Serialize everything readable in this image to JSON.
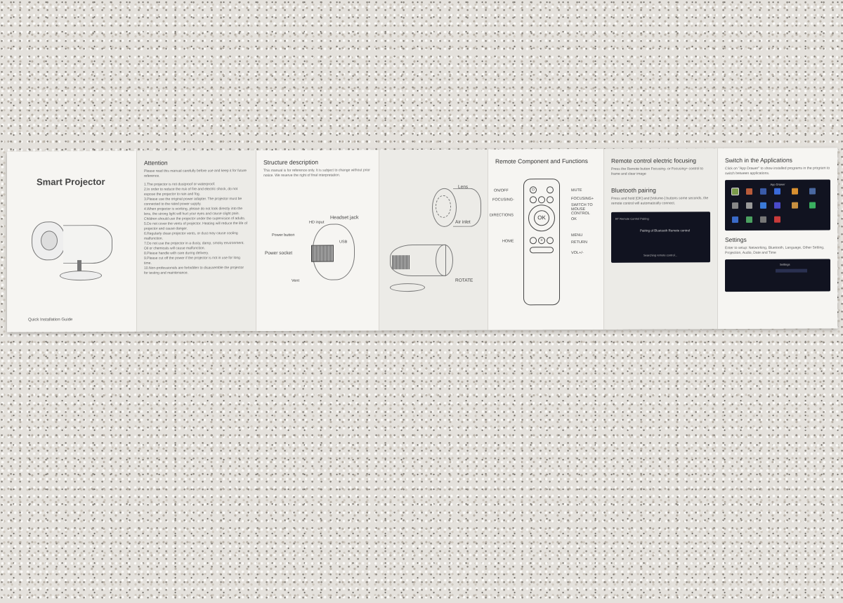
{
  "panels": {
    "cover": {
      "title": "Smart Projector",
      "footer": "Quick Installation Guide"
    },
    "attention": {
      "heading": "Attention",
      "intro": "Please read this manual carefully before use and keep it for future reference.",
      "items": [
        "1.The projector is not dustproof or waterproof.",
        "2.In order to reduce the risk of fire and electric shock, do not expose the projector to rain and fog.",
        "3.Please use the original power adapter. The projector must be connected to the rated power supply.",
        "4.When projector is working, please do not look directly into the lens, the strong light will hurt your eyes and cause slight pain. Children should use the projector under the supervision of adults.",
        "5.Do not cover the vents of projector. Heating will reduce the life of projector and cause danger.",
        "6.Regularly clean projector vents, or dust may cause cooling malfunction.",
        "7.Do not use the projector in a dusty, damp, smoky environment. Oil or chemicals will cause malfunction.",
        "8.Please handle with care during delivery.",
        "9.Please cut off the power if the projector is not in use for long time.",
        "10.Non-professionals are forbidden to disassemble the projector for testing and maintenance."
      ]
    },
    "structure": {
      "heading": "Structure description",
      "intro": "This manual is for reference only. It is subject to change without prior notice. We reserve the right of final interpretation.",
      "labels": {
        "hd": "HD input",
        "headset": "Headset jack",
        "power_button": "Power button",
        "usb": "USB",
        "power_socket": "Power socket",
        "vent": "Vent"
      }
    },
    "views": {
      "lens": "Lens",
      "air_inlet": "Air inlet",
      "rotate": "ROTATE"
    },
    "remote": {
      "heading": "Remote Component and Functions",
      "ok": "OK",
      "left_labels": [
        "ON/OFF",
        "FOCUSING-",
        "DIRECTIONS",
        "HOME"
      ],
      "right_labels": [
        "MUTE",
        "FOCUSING+",
        "SWITCH TO MOUSE CONTROL",
        "OK",
        "MENU",
        "RETURN",
        "VOL+/-"
      ]
    },
    "focus": {
      "heading": "Remote control electric focusing",
      "text": "Press the Remote button Focusing- or Focusing+ control to frame and clear image",
      "bt_heading": "Bluetooth pairing",
      "bt_text": "Press and hold [OK] and [Volume-] buttons some seconds, the remote control will automatically connect.",
      "screen_title": "BT Remote Control Pairing",
      "screen_heading": "Pairing of Bluetooth Remote control",
      "screen_footer": "Searching remote control..."
    },
    "apps": {
      "heading": "Switch in the Applications",
      "text": "Click on \"App Drawer\" to show installed programs in the program to switch between applications.",
      "screen_title": "App Drawer",
      "settings_heading": "Settings",
      "settings_text": "Enter to setup: Networking, Bluetooth, Language, Other Setting, Projection, Audio, Date and Time",
      "settings_screen_title": "Settings"
    }
  },
  "colors": {
    "paper": "#f3f2ef",
    "countertop": "#e4e1dc",
    "screen": "#111320"
  }
}
